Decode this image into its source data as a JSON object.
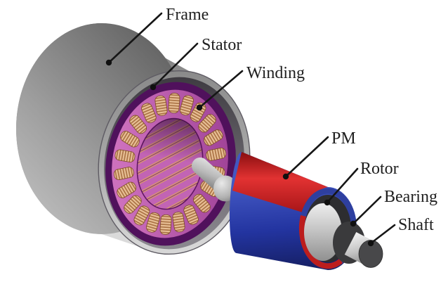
{
  "labels": [
    {
      "id": "frame",
      "text": "Frame"
    },
    {
      "id": "stator",
      "text": "Stator"
    },
    {
      "id": "winding",
      "text": "Winding"
    },
    {
      "id": "pm",
      "text": "PM"
    },
    {
      "id": "rotor",
      "text": "Rotor"
    },
    {
      "id": "bearing",
      "text": "Bearing"
    },
    {
      "id": "shaft",
      "text": "Shaft"
    }
  ],
  "winding": {
    "count": 22
  },
  "colors": {
    "background": "#ffffff",
    "frame_gray": "#9a9a9a",
    "frame_highlight": "#dcdcdc",
    "stator_dark_purple": "#50115c",
    "stator_magenta": "#bb5aab",
    "bore_magenta": "#b657a8",
    "winding_copper": "#d9a87a",
    "winding_copper_dark": "#aa7244",
    "pm_red": "#d22525",
    "pm_blue": "#2c3da8",
    "rotor_end_dark": "#2d2d30",
    "rotor_core_gray": "#c2c2c2",
    "bearing_dark": "#3a3a3c",
    "shaft_gray": "#c6c6c6",
    "shaft_end_dark": "#48484a",
    "leader_line": "#161616",
    "label_text": "#202020"
  }
}
